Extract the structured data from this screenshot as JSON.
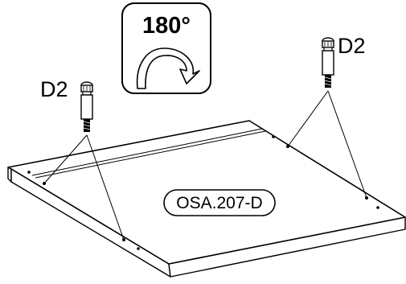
{
  "rotation_badge": {
    "label": "180°",
    "icon": "rotate-arrow-icon"
  },
  "fasteners": {
    "left_label": "D2",
    "right_label": "D2",
    "icon": "dowel-screw-icon"
  },
  "panel": {
    "part_code": "OSA.207-D"
  },
  "colors": {
    "line": "#000000",
    "background": "#ffffff"
  }
}
